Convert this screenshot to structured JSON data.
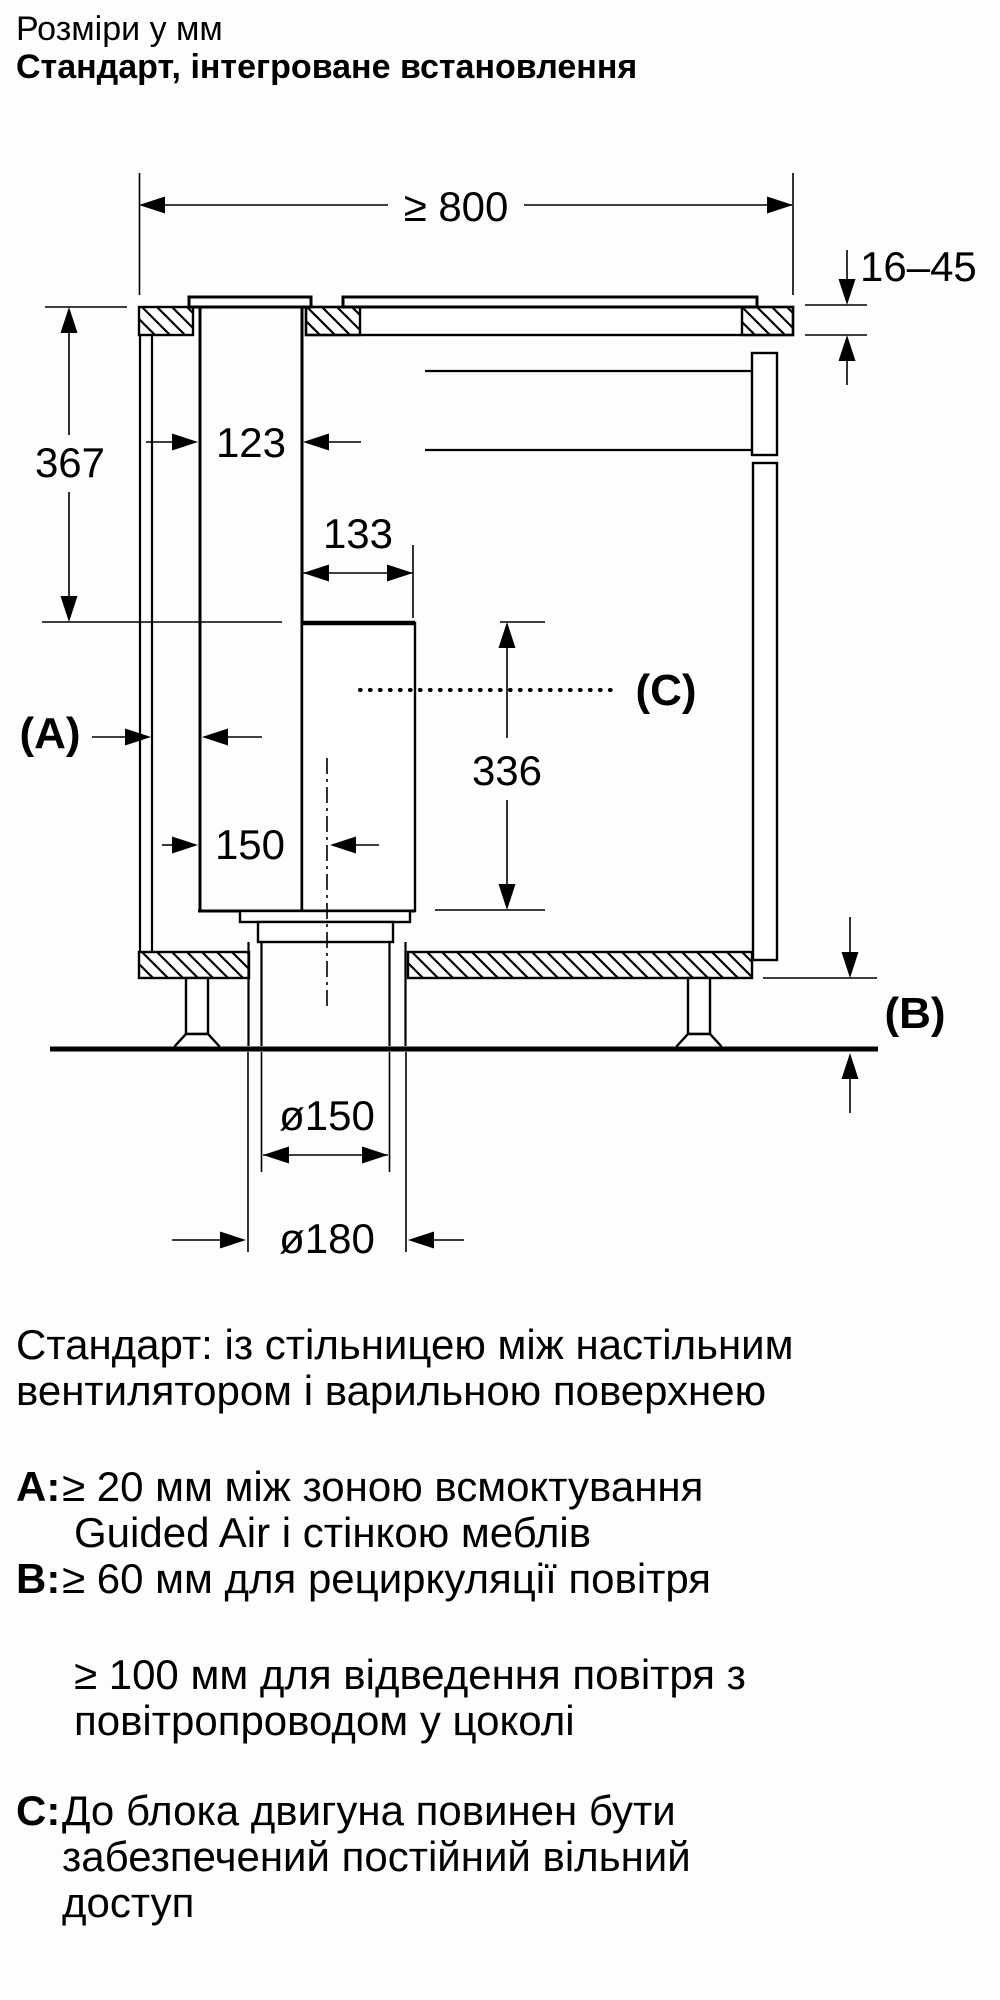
{
  "title": "Розміри у мм",
  "subtitle": "Стандарт, інтегроване встановлення",
  "drawing": {
    "dim_width": "≥ 800",
    "dim_counter_thickness": "16–45",
    "dim_height_left": "367",
    "dim_duct_width": "123",
    "dim_motor_width": "133",
    "dim_motor_height": "336",
    "dim_center_offset": "150",
    "dim_pipe_inner": "ø150",
    "dim_pipe_outer": "ø180",
    "label_a": "(A)",
    "label_b": "(B)",
    "label_c": "(C)"
  },
  "notes": {
    "intro": [
      "Стандарт: із стільницею між настільним",
      "вентилятором і варильною поверхнею"
    ],
    "items": [
      {
        "key": "A:",
        "lines": [
          "≥ 20 мм між зоною всмоктування",
          "Guided Air і стінкою меблів"
        ]
      },
      {
        "key": "B:",
        "lines": [
          "≥ 60 мм для рециркуляції повітря"
        ]
      },
      {
        "key": "",
        "lines": [
          "≥ 100 мм для відведення повітря з",
          "повітропроводом у цоколі"
        ]
      },
      {
        "key": "C:",
        "lines": [
          "До блока двигуна повинен бути",
          "забезпечений постійний вільний",
          "доступ"
        ]
      }
    ]
  },
  "colors": {
    "ink": "#000000",
    "background": "#ffffff"
  }
}
